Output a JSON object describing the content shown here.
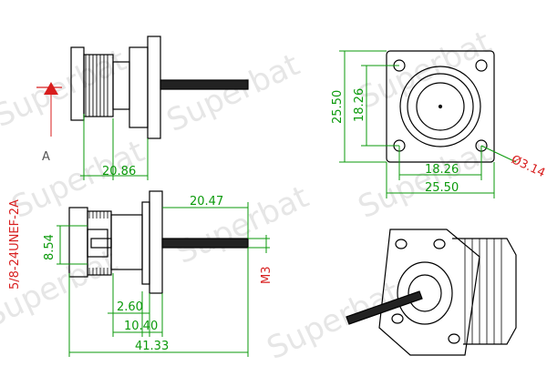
{
  "watermark": "Superbat",
  "colors": {
    "line": "#000000",
    "dimension": "#0b9a0b",
    "leader": "#d81e1e",
    "watermark": "#e6e6e6"
  },
  "labels": {
    "section": "A",
    "thread": "5/8-24UNEF-2A",
    "screw": "M3",
    "hole": "Ø3.14"
  },
  "dimensions": {
    "overall_flange_depth": "20.86",
    "pin_length": "20.47",
    "body_dia": "8.54",
    "flange_thk": "2.60",
    "front_len": "10.40",
    "overall_len": "41.33",
    "flange_h": "25.50",
    "hole_spacing_v": "18.26",
    "hole_spacing_h": "18.26",
    "flange_w": "25.50"
  }
}
